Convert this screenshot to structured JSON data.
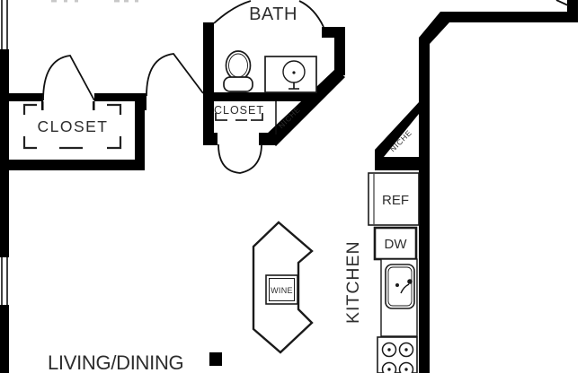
{
  "plan": {
    "rooms": {
      "bath": "BATH",
      "closet_main": "CLOSET",
      "closet_small": "CLOSET",
      "kitchen": "KITCHEN",
      "living_dining": "LIVING/DINING"
    },
    "features": {
      "niche_left": "NICHE",
      "niche_right": "NICHE",
      "refrigerator": "REF",
      "dishwasher": "DW",
      "wine_cooler": "WINE"
    },
    "colors": {
      "wall": "#000000",
      "background": "#ffffff",
      "label": "#2d2d2d"
    }
  }
}
